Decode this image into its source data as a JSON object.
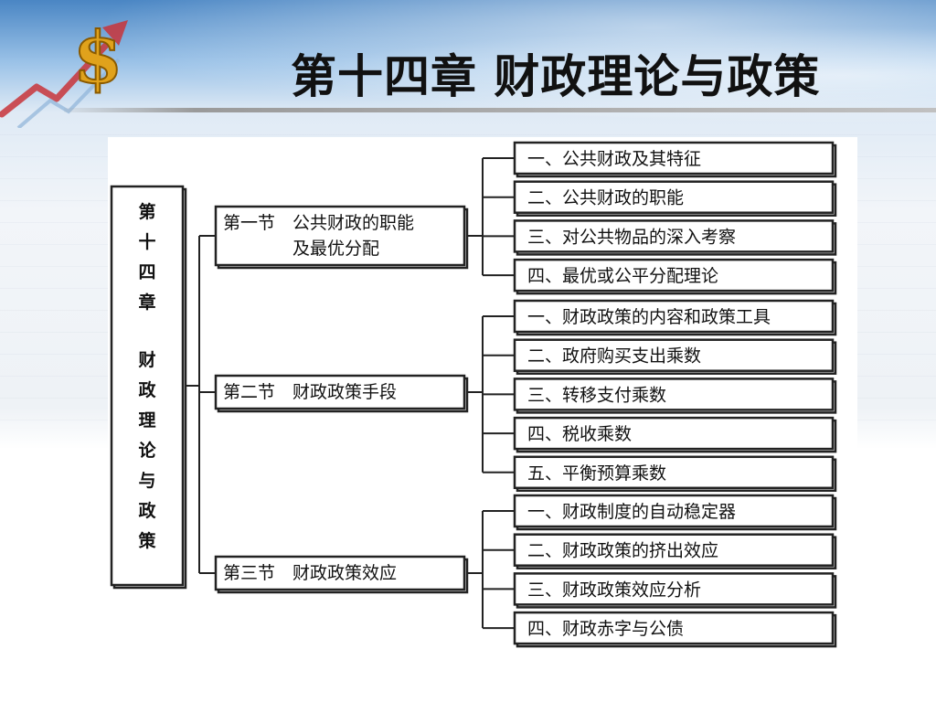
{
  "slide": {
    "title": "第十四章 财政理论与政策"
  },
  "colors": {
    "box_border": "#222222",
    "text": "#111111",
    "header_blue": "#4a86c4",
    "logo_gold": "#e0a21c",
    "logo_arrow_red": "#c8343a"
  },
  "diagram": {
    "root": {
      "chars": [
        "第",
        "十",
        "四",
        "章",
        "财",
        "政",
        "理",
        "论",
        "与",
        "政",
        "策"
      ]
    },
    "sections": [
      {
        "id": "s1",
        "lines": [
          "第一节　公共财政的职能",
          "　　　　及最优分配"
        ],
        "items": [
          "一、公共财政及其特征",
          "二、公共财政的职能",
          "三、对公共物品的深入考察",
          "四、最优或公平分配理论"
        ]
      },
      {
        "id": "s2",
        "lines": [
          "第二节　财政政策手段"
        ],
        "items": [
          "一、财政政策的内容和政策工具",
          "二、政府购买支出乘数",
          "三、转移支付乘数",
          "四、税收乘数",
          "五、平衡预算乘数"
        ]
      },
      {
        "id": "s3",
        "lines": [
          "第三节　财政政策效应"
        ],
        "items": [
          "一、财政制度的自动稳定器",
          "二、财政政策的挤出效应",
          "三、财政政策效应分析",
          "四、财政赤字与公债"
        ]
      }
    ]
  }
}
